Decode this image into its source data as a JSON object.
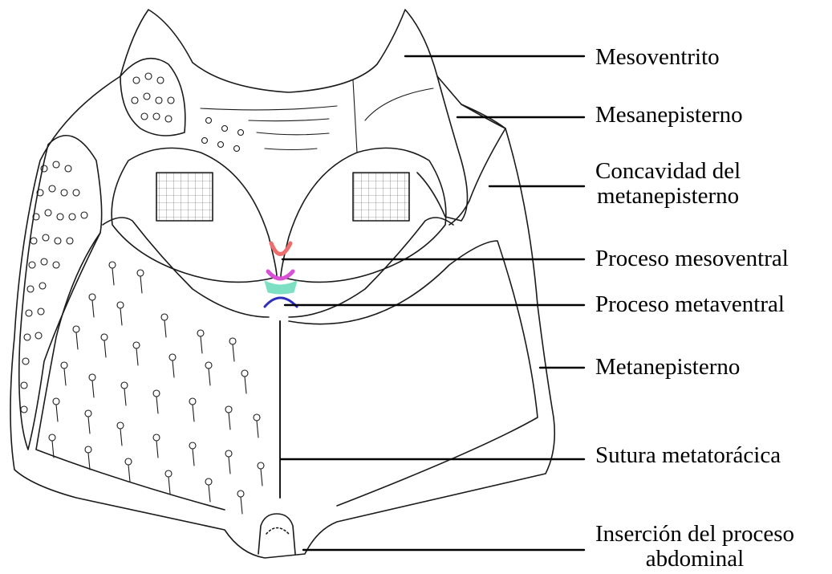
{
  "figure": {
    "labels": {
      "mesoventrito": "Mesoventrito",
      "mesanepisterno": "Mesanepisterno",
      "concavidad_line1": "Concavidad del",
      "concavidad_line2": "metanepisterno",
      "proceso_mesoventral": "Proceso mesoventral",
      "proceso_metaventral": "Proceso metaventral",
      "metanepisterno": "Metanepisterno",
      "sutura": "Sutura metatorácica",
      "insercion_line1": "Inserción del proceso",
      "insercion_line2": "abdominal"
    },
    "colors": {
      "ink": "#1a1a1a",
      "leader": "#000000",
      "mesoventral_tip": "#ee6d6d",
      "contact_magenta": "#d94fd6",
      "metaventral_mint": "#7ddfc3",
      "metaventral_tip": "#2f2fbf"
    }
  }
}
